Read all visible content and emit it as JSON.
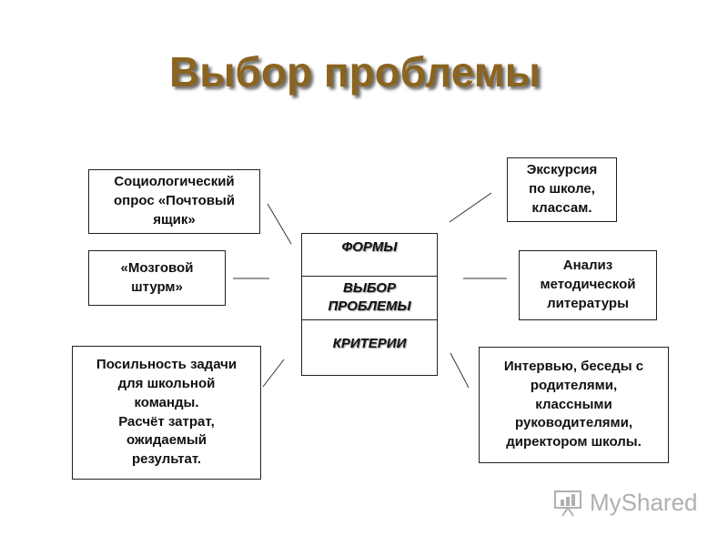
{
  "title": "Выбор проблемы",
  "center": {
    "forms": "ФОРМЫ",
    "choice": "ВЫБОР\nПРОБЛЕМЫ",
    "criteria": "КРИТЕРИИ"
  },
  "boxes": {
    "survey": "Социологический\nопрос «Почтовый\nящик»",
    "brainstorm": "«Мозговой\nштурм»",
    "feasibility": "Посильность задачи\nдля школьной\nкоманды.\nРасчёт затрат,\nожидаемый\nрезультат.",
    "excursion": "Экскурсия\nпо школе,\nклассам.",
    "analysis": "Анализ\nметодической\nлитературы",
    "interview": "Интервью, беседы с\nродителями,\nклассными\nруководителями,\nдиректором школы."
  },
  "watermark": "MyShared"
}
